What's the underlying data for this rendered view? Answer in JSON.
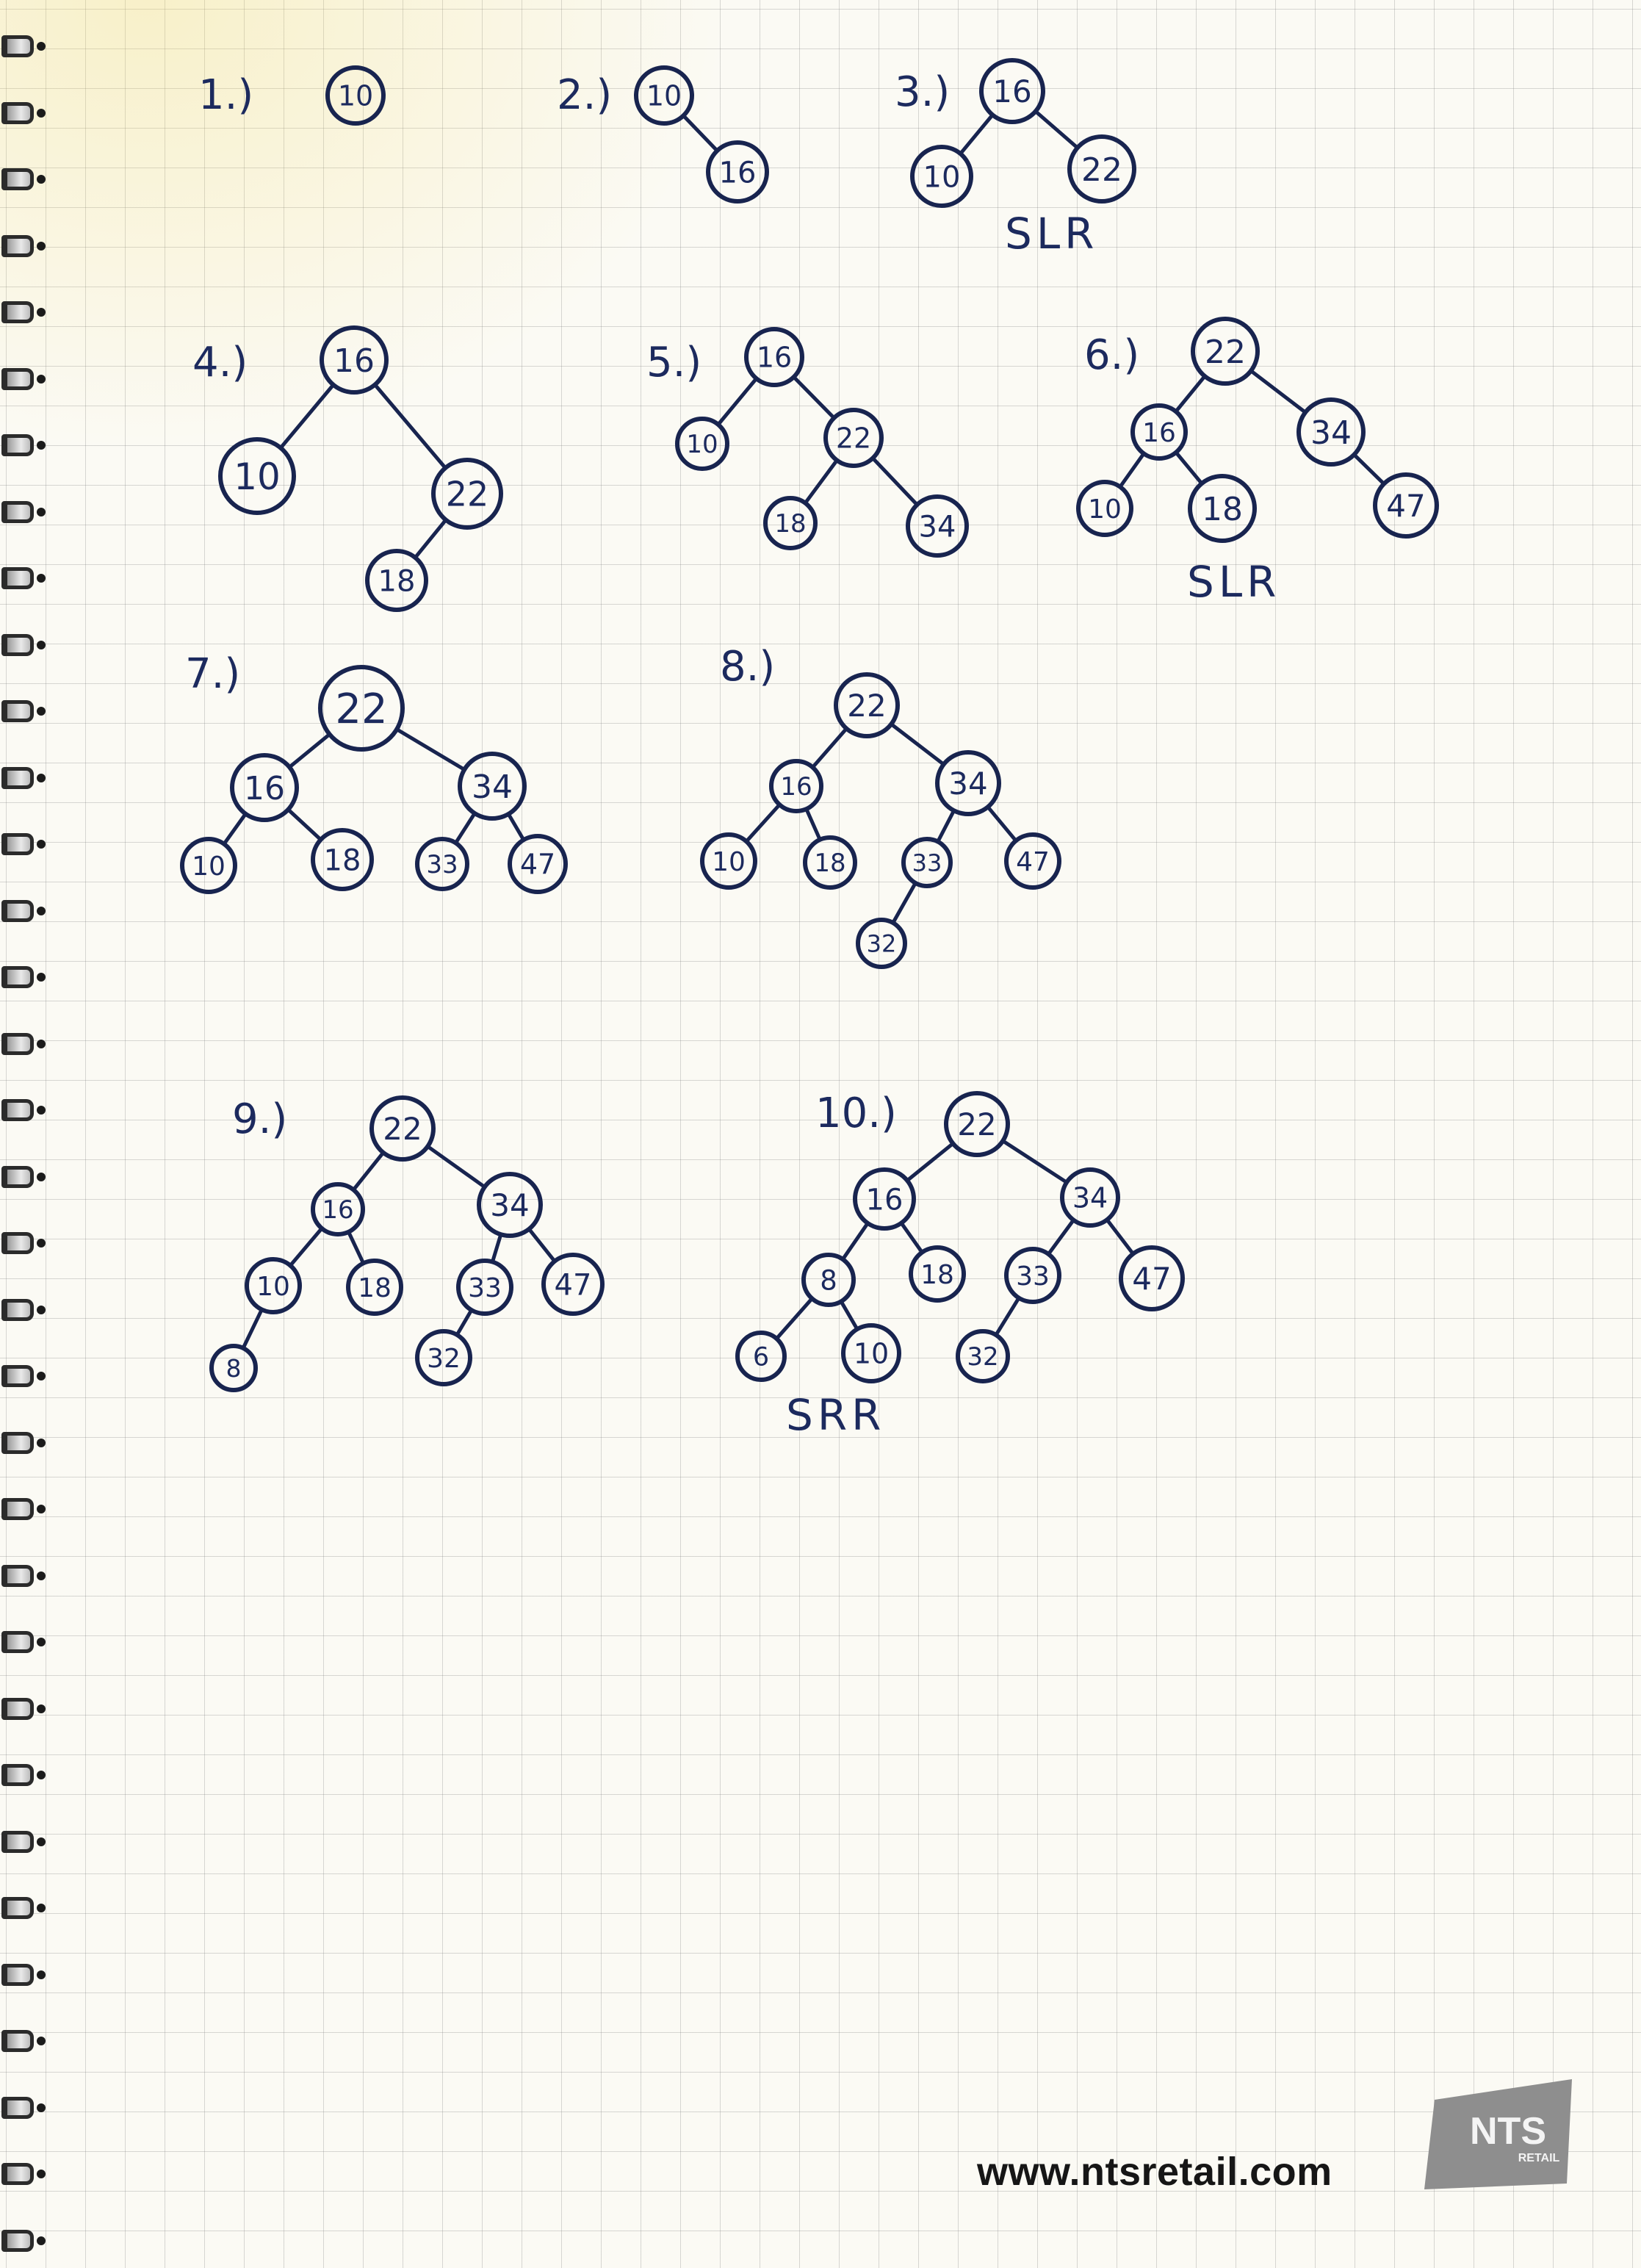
{
  "diagrams": [
    {
      "label": "1.)",
      "note": "",
      "nodes": [
        {
          "value": "10"
        }
      ],
      "edges": []
    },
    {
      "label": "2.)",
      "note": "",
      "nodes": [
        {
          "value": "10"
        },
        {
          "value": "16"
        }
      ],
      "edges": [
        [
          0,
          1
        ]
      ]
    },
    {
      "label": "3.)",
      "note": "SLR",
      "nodes": [
        {
          "value": "16"
        },
        {
          "value": "10"
        },
        {
          "value": "22"
        }
      ],
      "edges": [
        [
          0,
          1
        ],
        [
          0,
          2
        ]
      ]
    },
    {
      "label": "4.)",
      "note": "",
      "nodes": [
        {
          "value": "16"
        },
        {
          "value": "10"
        },
        {
          "value": "22"
        },
        {
          "value": "18"
        }
      ],
      "edges": [
        [
          0,
          1
        ],
        [
          0,
          2
        ],
        [
          2,
          3
        ]
      ]
    },
    {
      "label": "5.)",
      "note": "",
      "nodes": [
        {
          "value": "16"
        },
        {
          "value": "10"
        },
        {
          "value": "22"
        },
        {
          "value": "18"
        },
        {
          "value": "34"
        }
      ],
      "edges": [
        [
          0,
          1
        ],
        [
          0,
          2
        ],
        [
          2,
          3
        ],
        [
          2,
          4
        ]
      ]
    },
    {
      "label": "6.)",
      "note": "SLR",
      "nodes": [
        {
          "value": "22"
        },
        {
          "value": "16"
        },
        {
          "value": "34"
        },
        {
          "value": "10"
        },
        {
          "value": "18"
        },
        {
          "value": "47"
        }
      ],
      "edges": [
        [
          0,
          1
        ],
        [
          0,
          2
        ],
        [
          1,
          3
        ],
        [
          1,
          4
        ],
        [
          2,
          5
        ]
      ]
    },
    {
      "label": "7.)",
      "note": "",
      "nodes": [
        {
          "value": "22"
        },
        {
          "value": "16"
        },
        {
          "value": "34"
        },
        {
          "value": "10"
        },
        {
          "value": "18"
        },
        {
          "value": "33"
        },
        {
          "value": "47"
        }
      ],
      "edges": [
        [
          0,
          1
        ],
        [
          0,
          2
        ],
        [
          1,
          3
        ],
        [
          1,
          4
        ],
        [
          2,
          5
        ],
        [
          2,
          6
        ]
      ]
    },
    {
      "label": "8.)",
      "note": "",
      "nodes": [
        {
          "value": "22"
        },
        {
          "value": "16"
        },
        {
          "value": "34"
        },
        {
          "value": "10"
        },
        {
          "value": "18"
        },
        {
          "value": "33"
        },
        {
          "value": "47"
        },
        {
          "value": "32"
        }
      ],
      "edges": [
        [
          0,
          1
        ],
        [
          0,
          2
        ],
        [
          1,
          3
        ],
        [
          1,
          4
        ],
        [
          2,
          5
        ],
        [
          2,
          6
        ],
        [
          5,
          7
        ]
      ]
    },
    {
      "label": "9.)",
      "note": "",
      "nodes": [
        {
          "value": "22"
        },
        {
          "value": "16"
        },
        {
          "value": "34"
        },
        {
          "value": "10"
        },
        {
          "value": "18"
        },
        {
          "value": "33"
        },
        {
          "value": "47"
        },
        {
          "value": "8"
        },
        {
          "value": "32"
        }
      ],
      "edges": [
        [
          0,
          1
        ],
        [
          0,
          2
        ],
        [
          1,
          3
        ],
        [
          1,
          4
        ],
        [
          2,
          5
        ],
        [
          2,
          6
        ],
        [
          3,
          7
        ],
        [
          5,
          8
        ]
      ]
    },
    {
      "label": "10.)",
      "note": "SRR",
      "nodes": [
        {
          "value": "22"
        },
        {
          "value": "16"
        },
        {
          "value": "34"
        },
        {
          "value": "8"
        },
        {
          "value": "18"
        },
        {
          "value": "33"
        },
        {
          "value": "47"
        },
        {
          "value": "6"
        },
        {
          "value": "10"
        },
        {
          "value": "32"
        }
      ],
      "edges": [
        [
          0,
          1
        ],
        [
          0,
          2
        ],
        [
          1,
          3
        ],
        [
          1,
          4
        ],
        [
          2,
          5
        ],
        [
          2,
          6
        ],
        [
          3,
          7
        ],
        [
          3,
          8
        ],
        [
          5,
          9
        ]
      ]
    }
  ],
  "footer": {
    "url": "www.ntsretail.com"
  },
  "logo": {
    "text": "NTS",
    "subtext": "RETAIL"
  }
}
